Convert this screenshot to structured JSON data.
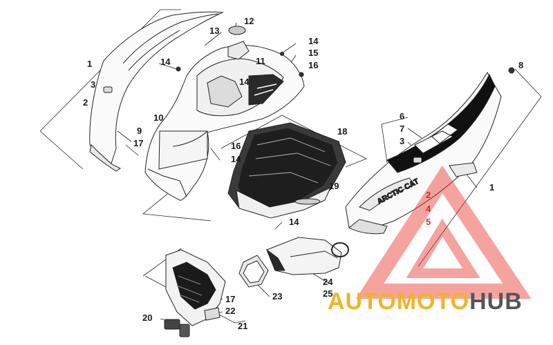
{
  "diagram": {
    "callouts": [
      {
        "id": "c-1-left",
        "text": "1"
      },
      {
        "id": "c-2-left",
        "text": "2"
      },
      {
        "id": "c-3-left",
        "text": "3"
      },
      {
        "id": "c-9",
        "text": "9"
      },
      {
        "id": "c-17-left",
        "text": "17"
      },
      {
        "id": "c-10",
        "text": "10"
      },
      {
        "id": "c-13",
        "text": "13"
      },
      {
        "id": "c-12",
        "text": "12"
      },
      {
        "id": "c-14-a",
        "text": "14"
      },
      {
        "id": "c-14-b",
        "text": "14"
      },
      {
        "id": "c-15",
        "text": "15"
      },
      {
        "id": "c-16-a",
        "text": "16"
      },
      {
        "id": "c-11",
        "text": "11"
      },
      {
        "id": "c-14-c",
        "text": "14"
      },
      {
        "id": "c-18",
        "text": "18"
      },
      {
        "id": "c-16-b",
        "text": "16"
      },
      {
        "id": "c-14-d",
        "text": "14"
      },
      {
        "id": "c-19",
        "text": "19"
      },
      {
        "id": "c-14-e",
        "text": "14"
      },
      {
        "id": "c-6",
        "text": "6"
      },
      {
        "id": "c-7",
        "text": "7"
      },
      {
        "id": "c-3-right",
        "text": "3"
      },
      {
        "id": "c-8",
        "text": "8"
      },
      {
        "id": "c-1-right",
        "text": "1"
      },
      {
        "id": "c-2-right",
        "text": "2"
      },
      {
        "id": "c-4",
        "text": "4"
      },
      {
        "id": "c-5",
        "text": "5"
      },
      {
        "id": "c-23",
        "text": "23"
      },
      {
        "id": "c-24",
        "text": "24"
      },
      {
        "id": "c-25",
        "text": "25"
      },
      {
        "id": "c-17-bottom",
        "text": "17"
      },
      {
        "id": "c-22",
        "text": "22"
      },
      {
        "id": "c-20",
        "text": "20"
      },
      {
        "id": "c-21",
        "text": "21"
      }
    ],
    "decal_text": "ARCTIC CAT"
  },
  "watermark": {
    "part1": "AUTO",
    "part2": "MOTO",
    "part3": "HUB",
    "colors": {
      "gold": "#f0b428",
      "grey": "#555555",
      "triangle": "#e8322a"
    }
  }
}
